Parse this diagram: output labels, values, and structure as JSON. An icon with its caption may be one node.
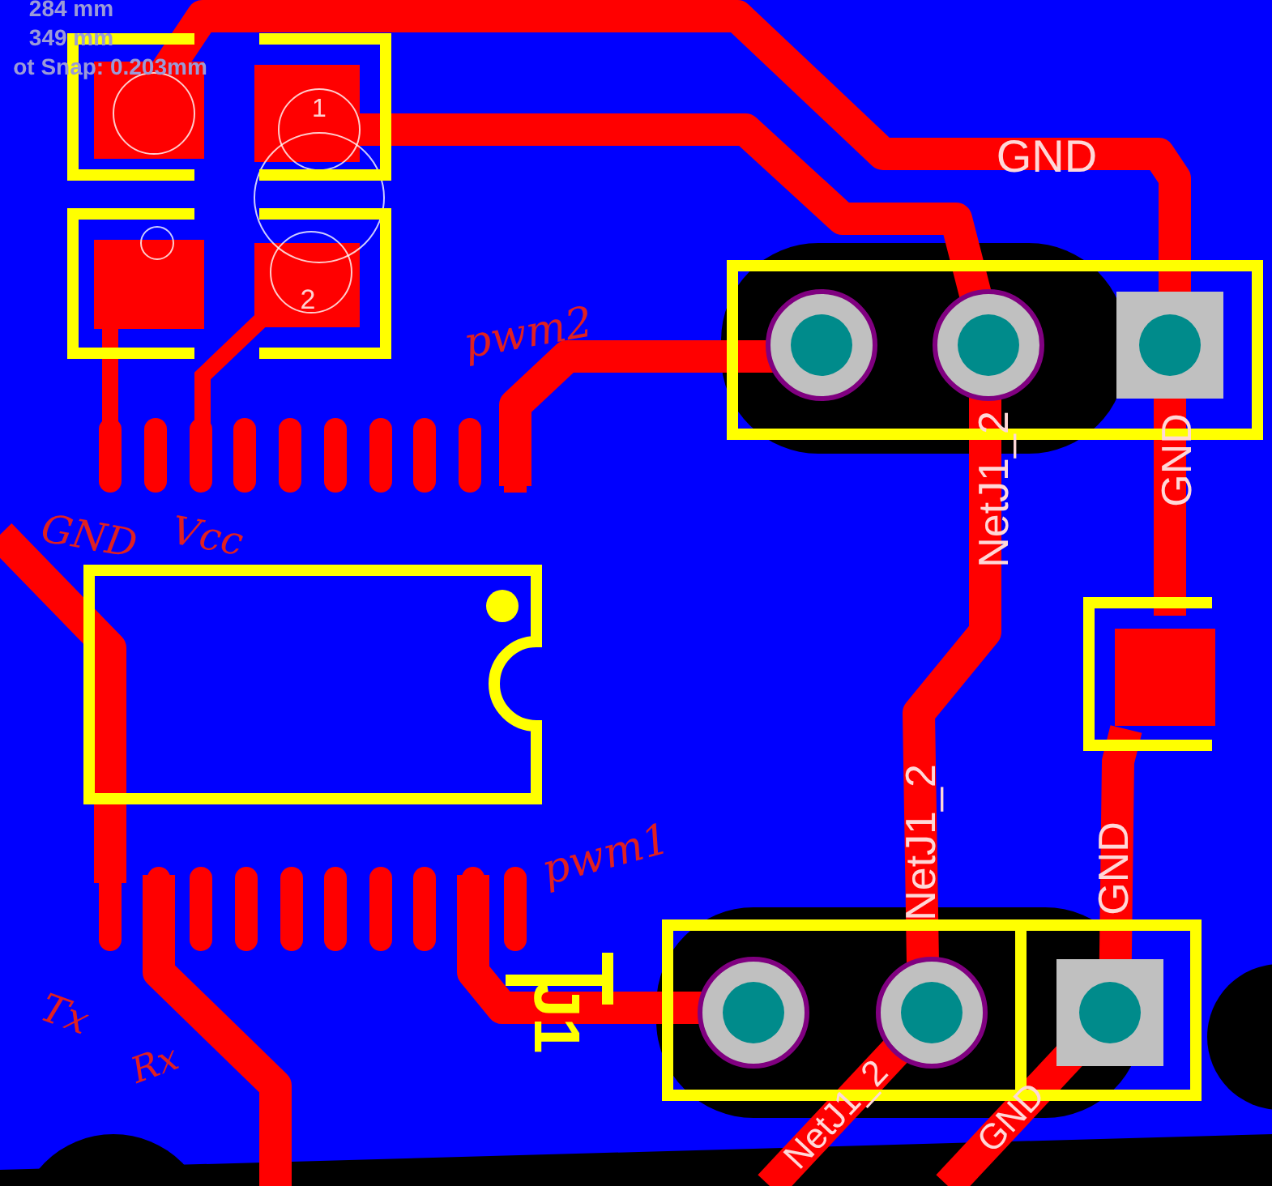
{
  "diagram": {
    "labels": [
      "284 mm",
      "349 mm",
      "ot Snap: 0.203mm",
      "1",
      "2",
      "GND",
      "pwm2",
      "NetJ1_2",
      "GND",
      "GND",
      "Vcc",
      "NetJ1_2",
      "GND",
      "pwm1",
      "J1",
      "Tx",
      "Rx",
      "NetJ1_2",
      "GND"
    ]
  }
}
